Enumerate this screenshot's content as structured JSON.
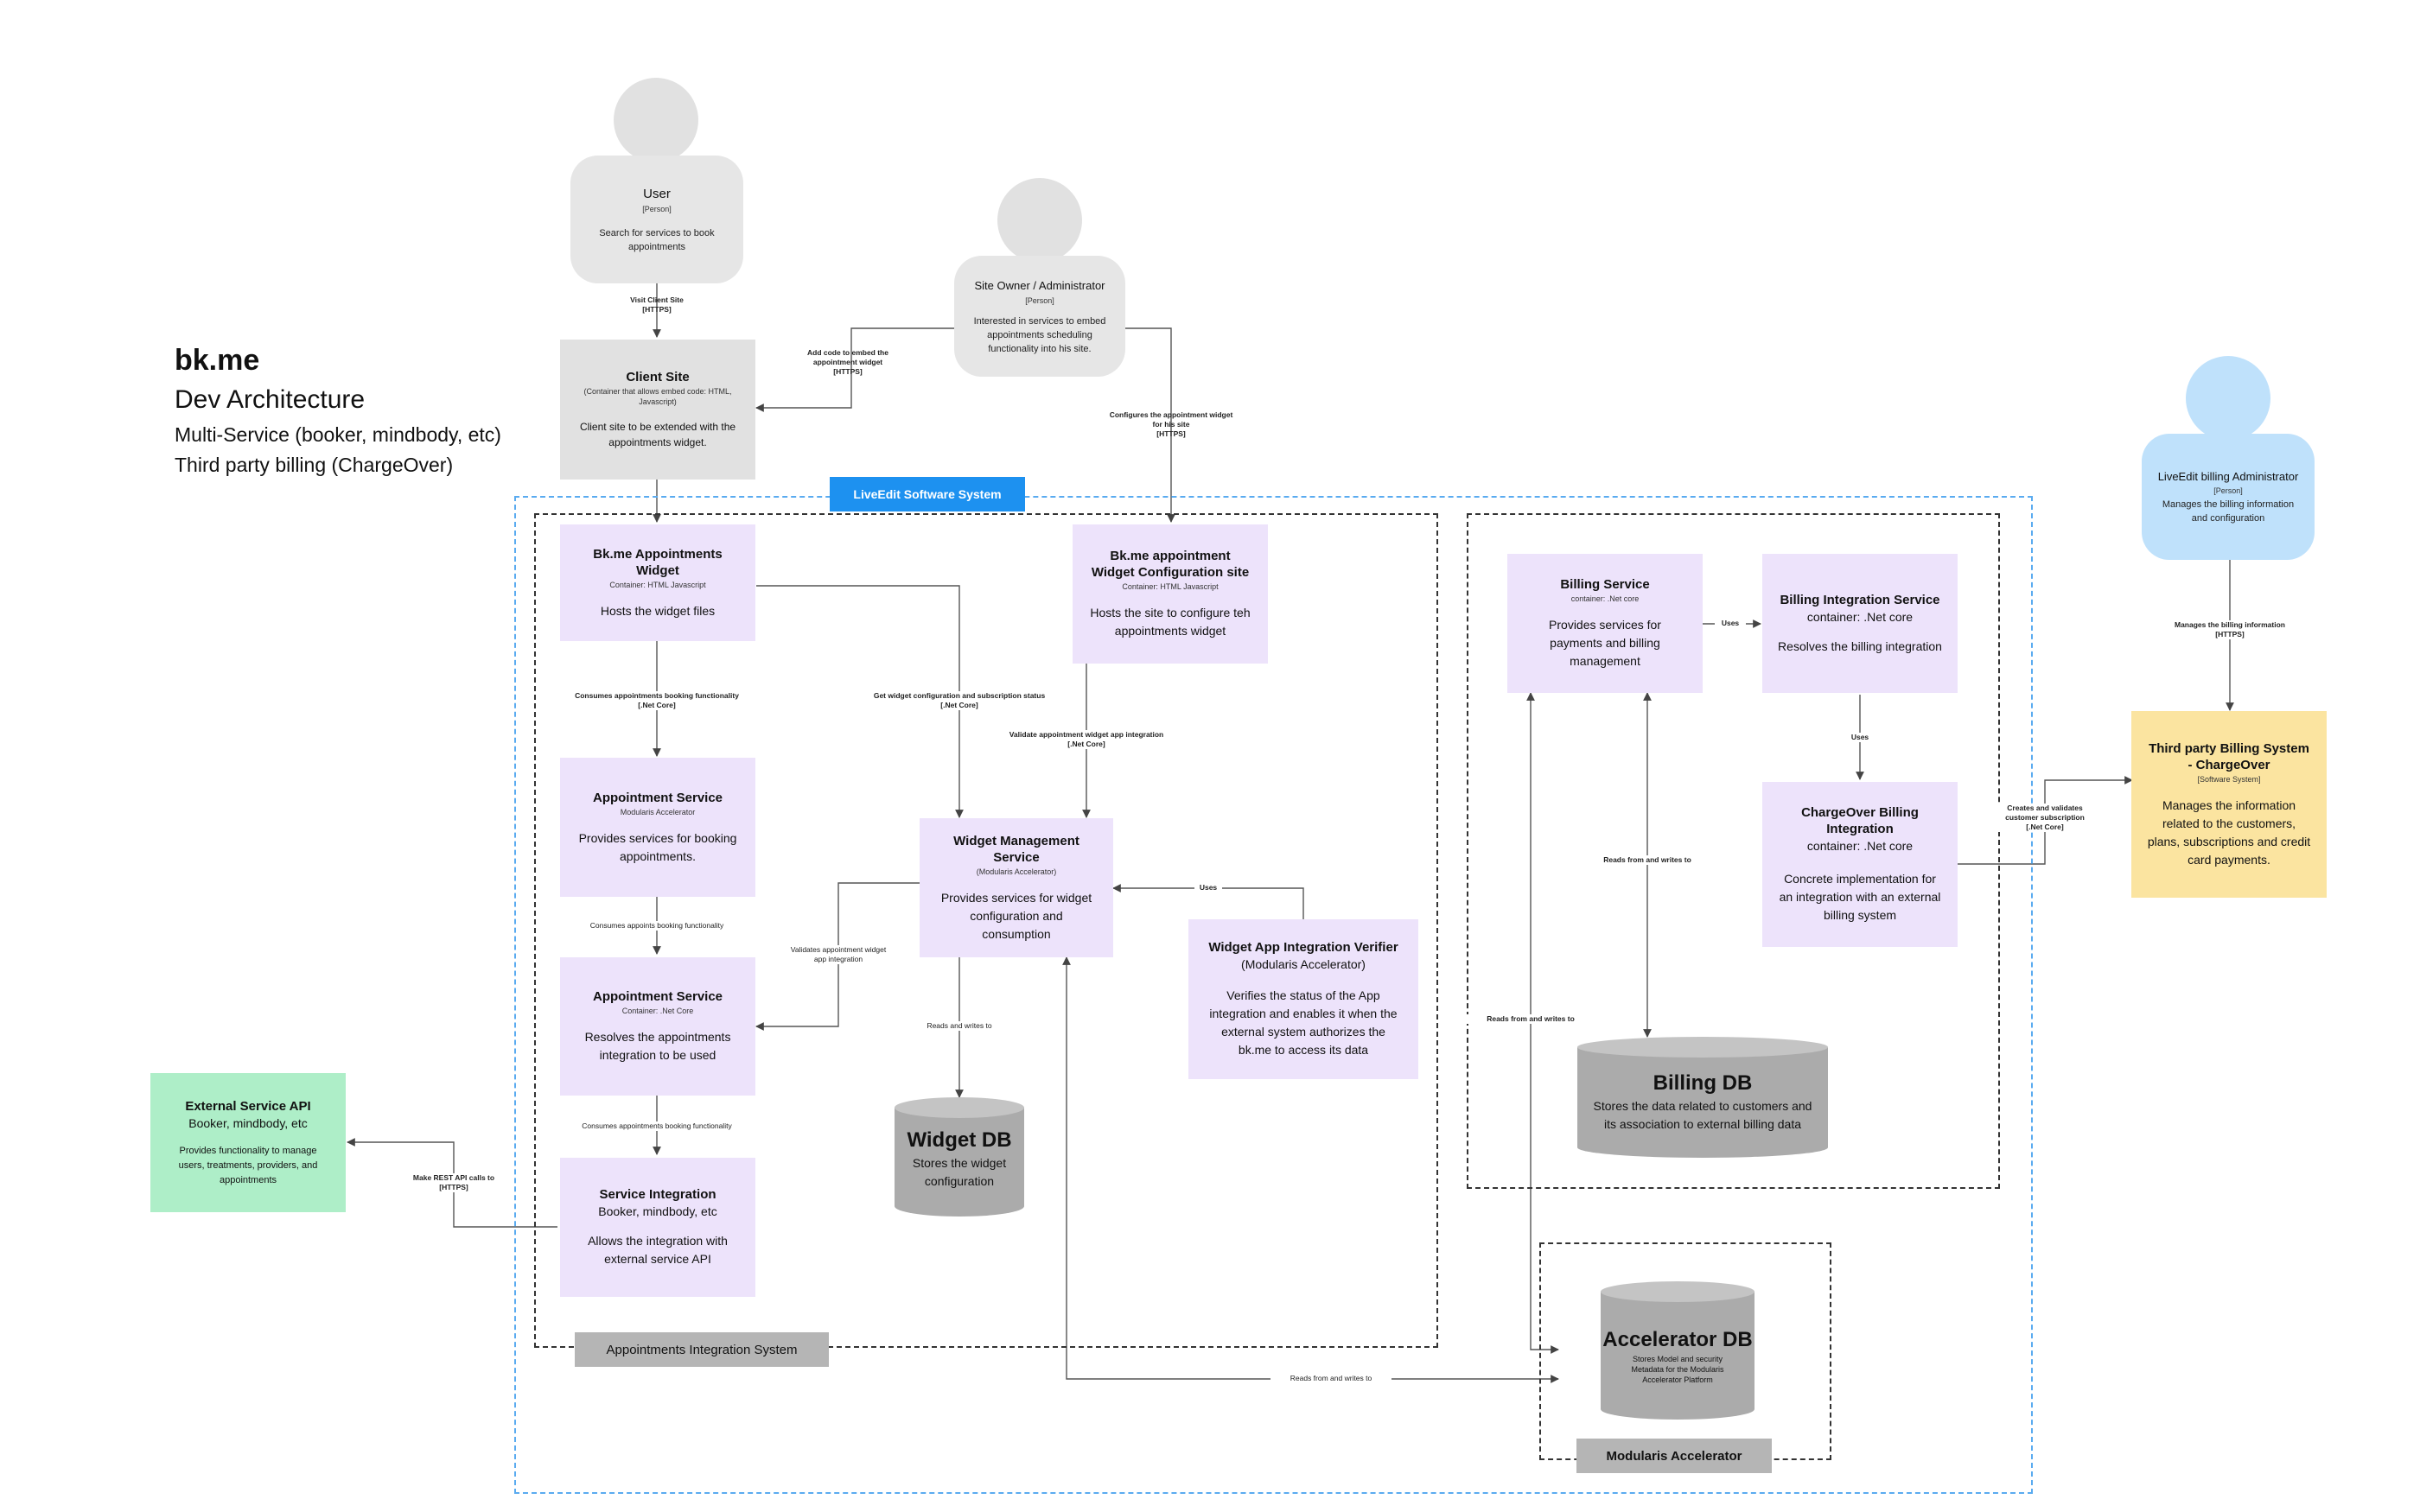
{
  "title": {
    "name": "bk.me",
    "subtitle": "Dev Architecture",
    "line1": "Multi-Service (booker, mindbody, etc)",
    "line2": "Third party billing (ChargeOver)"
  },
  "persons": {
    "user": {
      "name": "User",
      "type": "[Person]",
      "desc": "Search for services to book appointments"
    },
    "owner": {
      "name": "Site Owner / Administrator",
      "type": "[Person]",
      "desc": "Interested in services to embed appointments scheduling functionality into his site."
    },
    "billing_admin": {
      "name": "LiveEdit billing Administrator",
      "type": "[Person]",
      "desc": "Manages the billing information and configuration"
    }
  },
  "systems": {
    "liveedit": "LiveEdit Software System",
    "appointments": "Appointments Integration System",
    "modularis": "Modularis Accelerator"
  },
  "containers": {
    "client_site": {
      "name": "Client Site",
      "tech": "(Container that allows embed code: HTML, Javascript)",
      "desc": "Client site to be extended with the appointments widget."
    },
    "widget": {
      "name": "Bk.me Appointments Widget",
      "tech": "Container: HTML Javascript",
      "desc": "Hosts the widget files"
    },
    "config_site": {
      "name": "Bk.me appointment Widget Configuration site",
      "tech": "Container: HTML Javascript",
      "desc": "Hosts the site to configure teh appointments widget"
    },
    "appt_service1": {
      "name": "Appointment Service",
      "tech": "Modularis Accelerator",
      "desc": "Provides services for booking appointments."
    },
    "widget_mgmt": {
      "name": "Widget Management Service",
      "tech": "(Modularis Accelerator)",
      "desc": "Provides services for widget configuration and consumption"
    },
    "appt_service2": {
      "name": "Appointment Service",
      "tech": "Container: .Net Core",
      "desc": "Resolves the appointments integration to be used"
    },
    "verifier": {
      "name": "Widget App Integration Verifier",
      "tech": "(Modularis Accelerator)",
      "desc": "Verifies the status of the App integration and enables it when the external system authorizes the bk.me to access its data"
    },
    "service_integration": {
      "name": "Service Integration",
      "tech": "Booker, mindbody, etc",
      "desc": "Allows the integration with external service API"
    },
    "external_api": {
      "name": "External Service API",
      "tech": "Booker, mindbody, etc",
      "desc": "Provides functionality to manage users, treatments, providers, and appointments"
    },
    "billing_service": {
      "name": "Billing Service",
      "tech": "container: .Net core",
      "desc": "Provides services for payments and billing management"
    },
    "billing_integration": {
      "name": "Billing Integration Service",
      "tech": "container: .Net core",
      "desc": "Resolves the billing integration"
    },
    "chargeover_integration": {
      "name": "ChargeOver Billing Integration",
      "tech": "container: .Net core",
      "desc": "Concrete implementation for an integration with an external billing system"
    },
    "third_party": {
      "name": "Third party Billing System - ChargeOver",
      "tech": "[Software System]",
      "desc": "Manages the information related to the customers, plans, subscriptions and credit card payments."
    }
  },
  "databases": {
    "widget_db": {
      "name": "Widget DB",
      "desc": "Stores the widget configuration"
    },
    "billing_db": {
      "name": "Billing DB",
      "desc": "Stores the data related to customers and its association to external billing data"
    },
    "accelerator_db": {
      "name": "Accelerator DB",
      "desc": "Stores Model and security Metadata for the Modularis Accelerator Platform"
    }
  },
  "edges": {
    "visit": [
      "Visit Client Site",
      "[HTTPS]"
    ],
    "embed": [
      "Add code to embed the",
      "appointment widget",
      "[HTTPS]"
    ],
    "configures": [
      "Configures the appointment widget",
      "for his site",
      "[HTTPS]"
    ],
    "consumes1": [
      "Consumes appointments booking functionality",
      "[.Net Core]"
    ],
    "get_config": [
      "Get widget configuration and subscription status",
      "[.Net Core]"
    ],
    "validate": [
      "Validate appointment widget app integration",
      "[.Net Core]"
    ],
    "consumes2": [
      "Consumes appoints booking functionality"
    ],
    "validates": [
      "Validates appointment widget",
      "app integration"
    ],
    "uses_verifier": [
      "Uses"
    ],
    "reads_widget_db": [
      "Reads and writes to"
    ],
    "consumes3": [
      "Consumes appointments booking functionality"
    ],
    "rest": [
      "Make REST API calls to",
      "[HTTPS]"
    ],
    "reads_accel": [
      "Reads from and writes to"
    ],
    "uses_billing": [
      "Uses"
    ],
    "uses_chargeover": [
      "Uses"
    ],
    "billing_db_rw": [
      "Reads from and writes to"
    ],
    "billing_accel_rw": [
      "Reads from and writes to"
    ],
    "creates_validates": [
      "Creates and validates",
      "customer subscription",
      "[.Net Core]"
    ],
    "manages_billing": [
      "Manages the billing information",
      "[HTTPS]"
    ]
  }
}
